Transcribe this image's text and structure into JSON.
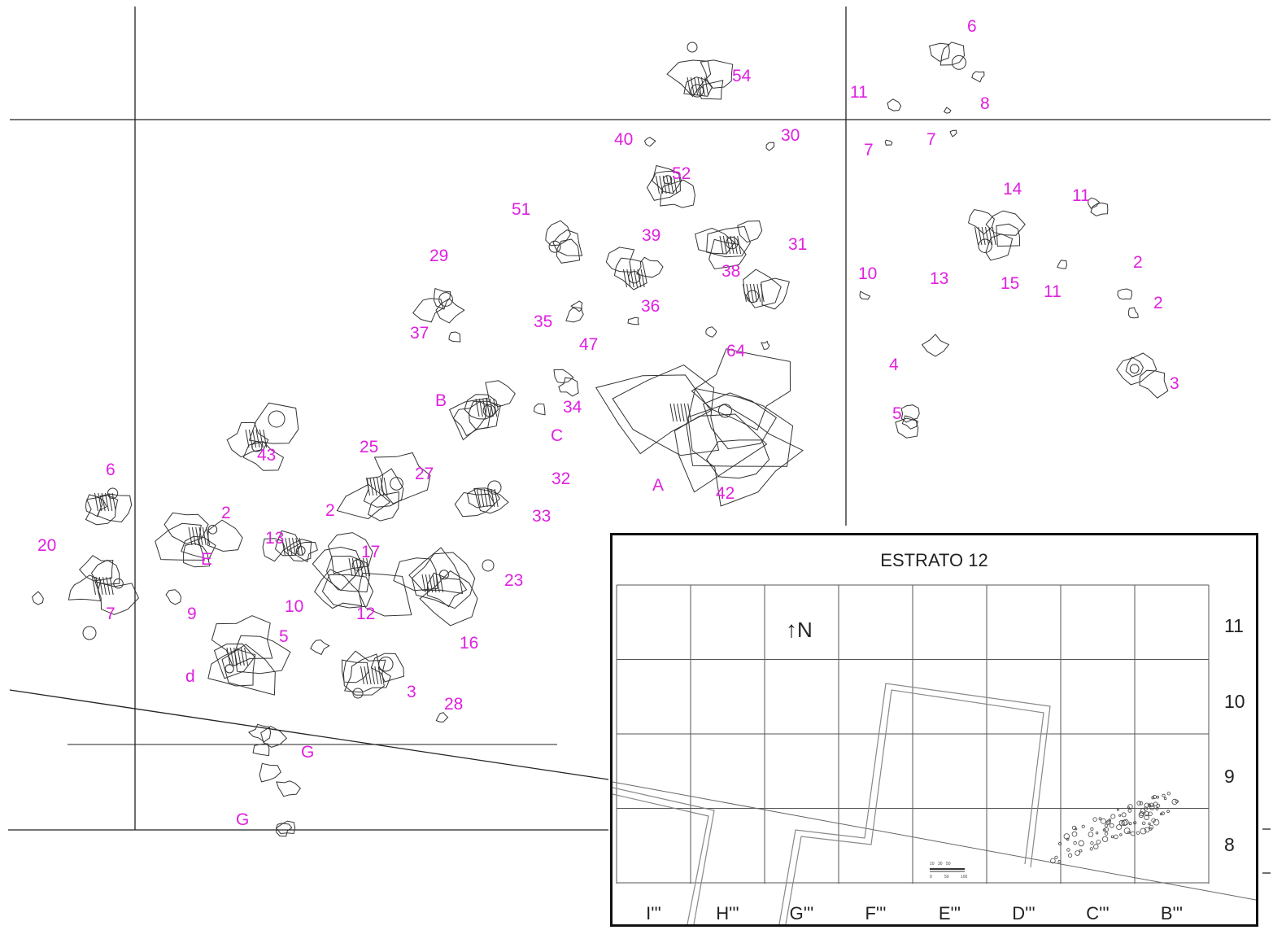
{
  "colors": {
    "label": "#e020e0",
    "line": "#222222",
    "sketch": "#333333"
  },
  "main_plan": {
    "labels": [
      {
        "id": "l-6a",
        "text": "6"
      },
      {
        "id": "l-54",
        "text": "54"
      },
      {
        "id": "l-11a",
        "text": "11"
      },
      {
        "id": "l-8",
        "text": "8"
      },
      {
        "id": "l-7a",
        "text": "7"
      },
      {
        "id": "l-7b",
        "text": "7"
      },
      {
        "id": "l-40",
        "text": "40"
      },
      {
        "id": "l-30",
        "text": "30"
      },
      {
        "id": "l-52",
        "text": "52"
      },
      {
        "id": "l-14",
        "text": "14"
      },
      {
        "id": "l-11b",
        "text": "11"
      },
      {
        "id": "l-51",
        "text": "51"
      },
      {
        "id": "l-39",
        "text": "39"
      },
      {
        "id": "l-31",
        "text": "31"
      },
      {
        "id": "l-29",
        "text": "29"
      },
      {
        "id": "l-38",
        "text": "38"
      },
      {
        "id": "l-10a",
        "text": "10"
      },
      {
        "id": "l-13a",
        "text": "13"
      },
      {
        "id": "l-15",
        "text": "15"
      },
      {
        "id": "l-11c",
        "text": "11"
      },
      {
        "id": "l-2a",
        "text": "2"
      },
      {
        "id": "l-2b",
        "text": "2"
      },
      {
        "id": "l-35",
        "text": "35"
      },
      {
        "id": "l-36",
        "text": "36"
      },
      {
        "id": "l-37",
        "text": "37"
      },
      {
        "id": "l-47",
        "text": "47"
      },
      {
        "id": "l-64",
        "text": "64"
      },
      {
        "id": "l-4",
        "text": "4"
      },
      {
        "id": "l-3a",
        "text": "3"
      },
      {
        "id": "l-B",
        "text": "B"
      },
      {
        "id": "l-34",
        "text": "34"
      },
      {
        "id": "l-5a",
        "text": "5"
      },
      {
        "id": "l-C",
        "text": "C"
      },
      {
        "id": "l-25",
        "text": "25"
      },
      {
        "id": "l-43",
        "text": "43"
      },
      {
        "id": "l-6b",
        "text": "6"
      },
      {
        "id": "l-27",
        "text": "27"
      },
      {
        "id": "l-32",
        "text": "32"
      },
      {
        "id": "l-A",
        "text": "A"
      },
      {
        "id": "l-42",
        "text": "42"
      },
      {
        "id": "l-2c",
        "text": "2"
      },
      {
        "id": "l-2d",
        "text": "2"
      },
      {
        "id": "l-33",
        "text": "33"
      },
      {
        "id": "l-13b",
        "text": "13"
      },
      {
        "id": "l-20",
        "text": "20"
      },
      {
        "id": "l-17",
        "text": "17"
      },
      {
        "id": "l-E",
        "text": "E"
      },
      {
        "id": "l-23",
        "text": "23"
      },
      {
        "id": "l-10b",
        "text": "10"
      },
      {
        "id": "l-12",
        "text": "12"
      },
      {
        "id": "l-7c",
        "text": "7"
      },
      {
        "id": "l-9",
        "text": "9"
      },
      {
        "id": "l-5b",
        "text": "5"
      },
      {
        "id": "l-16",
        "text": "16"
      },
      {
        "id": "l-d",
        "text": "d"
      },
      {
        "id": "l-3b",
        "text": "3"
      },
      {
        "id": "l-28",
        "text": "28"
      },
      {
        "id": "l-G1",
        "text": "G"
      },
      {
        "id": "l-G2",
        "text": "G"
      }
    ]
  },
  "inset": {
    "title": "ESTRATO 12",
    "north": "N",
    "columns": [
      "I'''",
      "H'''",
      "G'''",
      "F'''",
      "E'''",
      "D'''",
      "C'''",
      "B'''"
    ],
    "rows": [
      "11",
      "10",
      "9",
      "8"
    ],
    "scale_bar_ticks": [
      "10",
      "30",
      "50",
      "0",
      "50",
      "100"
    ]
  }
}
